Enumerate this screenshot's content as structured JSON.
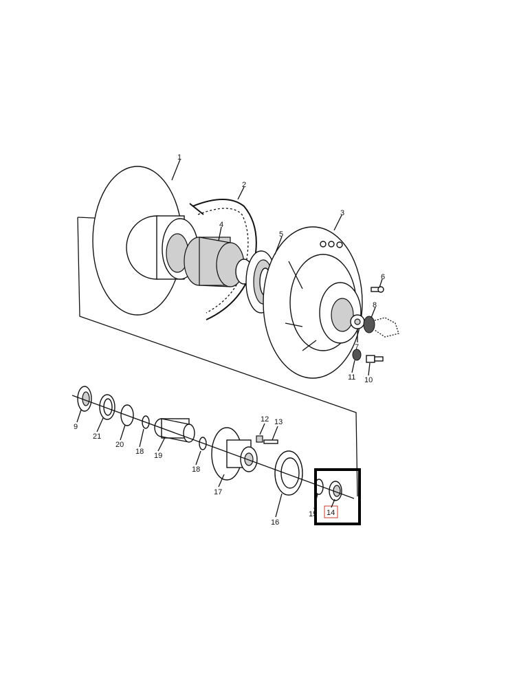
{
  "diagram": {
    "parts": [
      {
        "id": "1",
        "label": "1"
      },
      {
        "id": "2",
        "label": "2"
      },
      {
        "id": "3",
        "label": "3"
      },
      {
        "id": "4",
        "label": "4"
      },
      {
        "id": "5",
        "label": "5"
      },
      {
        "id": "6",
        "label": "6"
      },
      {
        "id": "7",
        "label": "7"
      },
      {
        "id": "8",
        "label": "8"
      },
      {
        "id": "9",
        "label": "9"
      },
      {
        "id": "10",
        "label": "10"
      },
      {
        "id": "11",
        "label": "11"
      },
      {
        "id": "12",
        "label": "12"
      },
      {
        "id": "13",
        "label": "13"
      },
      {
        "id": "14",
        "label": "14"
      },
      {
        "id": "15",
        "label": "15"
      },
      {
        "id": "16",
        "label": "16"
      },
      {
        "id": "17",
        "label": "17"
      },
      {
        "id": "18a",
        "label": "18"
      },
      {
        "id": "18b",
        "label": "18"
      },
      {
        "id": "19",
        "label": "19"
      },
      {
        "id": "20",
        "label": "20"
      },
      {
        "id": "21",
        "label": "21"
      }
    ],
    "highlighted_part": "14",
    "colors": {
      "line": "#111111",
      "highlight_box": "#000000",
      "highlight_label": "#c0392b",
      "background": "#ffffff"
    }
  }
}
